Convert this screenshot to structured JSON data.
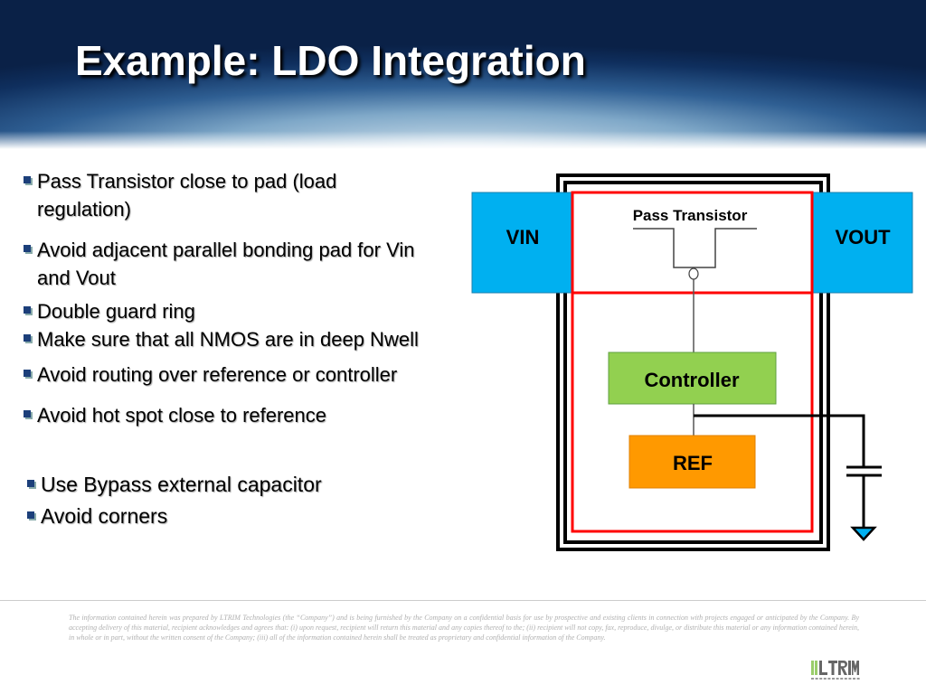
{
  "slide": {
    "title": "Example: LDO Integration",
    "bullets": [
      "Pass Transistor close to pad (load regulation)",
      "Avoid adjacent parallel bonding pad for Vin and Vout",
      "Double guard ring",
      "Make sure that all NMOS are in deep Nwell",
      "Avoid routing over reference or controller",
      "Avoid hot spot close to reference"
    ],
    "bullets_secondary": [
      "Use Bypass external capacitor",
      "Avoid corners"
    ]
  },
  "diagram": {
    "vin": "VIN",
    "vout": "VOUT",
    "pass_transistor": "Pass Transistor",
    "controller": "Controller",
    "ref": "REF",
    "colors": {
      "pad": "#00b0f0",
      "controller": "#92d050",
      "ref": "#ff9900",
      "guard": "#ff0000"
    }
  },
  "footer": {
    "disclaimer": "The information contained herein was prepared by LTRIM Technologies (the “Company”) and is being furnished by the Company on a confidential basis for use by prospective and existing clients in connection with projects engaged or anticipated by the Company. By accepting delivery of this material, recipient acknowledges and agrees that: (i) upon request, recipient will return this material and any copies thereof to the; (ii) recipient will not copy, fax, reproduce, divulge, or distribute this material or any information contained herein, in whole or in part, without the written consent of the Company; (iii) all of the information contained herein shall be treated as proprietary and confidential information of the Company.",
    "logo": "LTRIM TECHNOLOGIES"
  }
}
